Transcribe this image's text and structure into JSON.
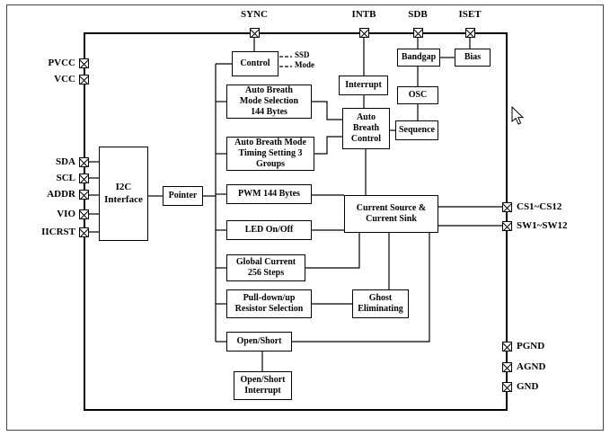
{
  "pins": {
    "top": [
      "SYNC",
      "INTB",
      "SDB",
      "ISET"
    ],
    "left": [
      "PVCC",
      "VCC",
      "SDA",
      "SCL",
      "ADDR",
      "VIO",
      "IICRST"
    ],
    "right": [
      "CS1~CS12",
      "SW1~SW12",
      "PGND",
      "AGND",
      "GND"
    ]
  },
  "blocks": {
    "i2c_interface": "I2C\nInterface",
    "pointer": "Pointer",
    "control": "Control",
    "auto_breath_mode_selection": "Auto Breath\nMode Selection\n144 Bytes",
    "auto_breath_timing": "Auto Breath Mode\nTiming Setting 3\nGroups",
    "pwm": "PWM 144 Bytes",
    "led_on_off": "LED On/Off",
    "global_current": "Global Current\n256 Steps",
    "pull_resistor": "Pull-down/up\nResistor Selection",
    "open_short": "Open/Short",
    "open_short_interrupt": "Open/Short\nInterrupt",
    "interrupt": "Interrupt",
    "auto_breath_control": "Auto\nBreath\nControl",
    "bandgap": "Bandgap",
    "bias": "Bias",
    "osc": "OSC",
    "sequence": "Sequence",
    "current_source_sink": "Current Source &\nCurrent Sink",
    "ghost_eliminating": "Ghost\nEliminating"
  },
  "annotations": {
    "ssd": "SSD",
    "mode": "Mode"
  },
  "colors": {
    "line": "#000000",
    "background": "#ffffff"
  }
}
